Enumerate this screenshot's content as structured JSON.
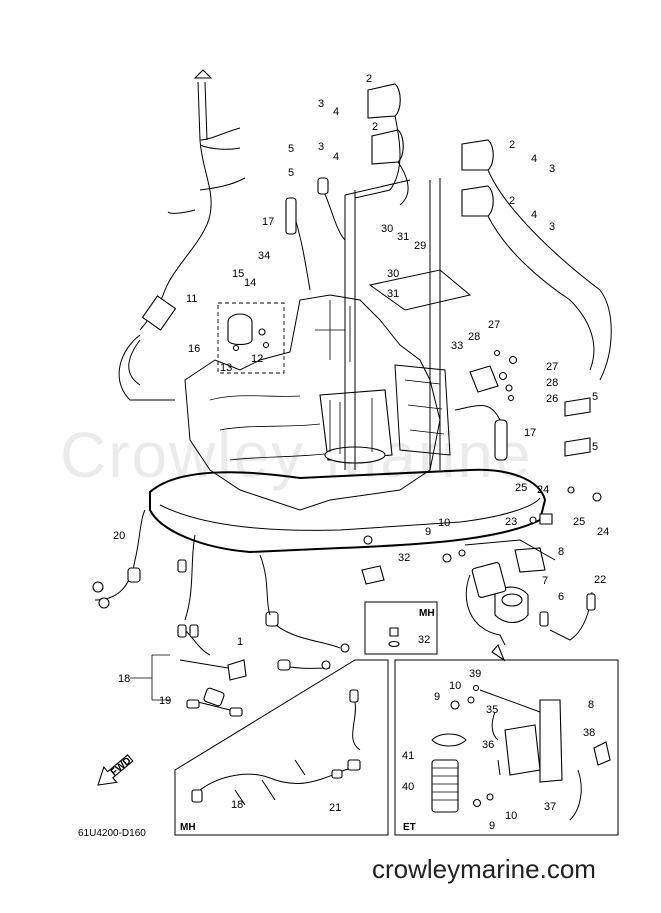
{
  "diagram": {
    "code": "61U4200-D160",
    "watermark": "Crowley Marine",
    "footer_url": "crowleymarine.com",
    "fwd_label": "FWD",
    "inset_mh_small_tag": "MH",
    "inset_mh_large_tag": "MH",
    "inset_et_tag": "ET"
  },
  "callouts": [
    {
      "id": "c2a",
      "label": "2"
    },
    {
      "id": "c3a",
      "label": "3"
    },
    {
      "id": "c4a",
      "label": "4"
    },
    {
      "id": "c2b",
      "label": "2"
    },
    {
      "id": "c3b",
      "label": "3"
    },
    {
      "id": "c4b",
      "label": "4"
    },
    {
      "id": "c2c",
      "label": "2"
    },
    {
      "id": "c4c",
      "label": "4"
    },
    {
      "id": "c3c",
      "label": "3"
    },
    {
      "id": "c2d",
      "label": "2"
    },
    {
      "id": "c4d",
      "label": "4"
    },
    {
      "id": "c3d",
      "label": "3"
    },
    {
      "id": "c5a",
      "label": "5"
    },
    {
      "id": "c5b",
      "label": "5"
    },
    {
      "id": "c17a",
      "label": "17"
    },
    {
      "id": "c30a",
      "label": "30"
    },
    {
      "id": "c31a",
      "label": "31"
    },
    {
      "id": "c29",
      "label": "29"
    },
    {
      "id": "c30b",
      "label": "30"
    },
    {
      "id": "c31b",
      "label": "31"
    },
    {
      "id": "c34",
      "label": "34"
    },
    {
      "id": "c15",
      "label": "15"
    },
    {
      "id": "c14",
      "label": "14"
    },
    {
      "id": "c11",
      "label": "11"
    },
    {
      "id": "c16",
      "label": "16"
    },
    {
      "id": "c13",
      "label": "13"
    },
    {
      "id": "c12",
      "label": "12"
    },
    {
      "id": "c33",
      "label": "33"
    },
    {
      "id": "c28a",
      "label": "28"
    },
    {
      "id": "c27a",
      "label": "27"
    },
    {
      "id": "c27b",
      "label": "27"
    },
    {
      "id": "c28b",
      "label": "28"
    },
    {
      "id": "c26",
      "label": "26"
    },
    {
      "id": "c5c",
      "label": "5"
    },
    {
      "id": "c17b",
      "label": "17"
    },
    {
      "id": "c5d",
      "label": "5"
    },
    {
      "id": "c25a",
      "label": "25"
    },
    {
      "id": "c24a",
      "label": "24"
    },
    {
      "id": "c23",
      "label": "23"
    },
    {
      "id": "c25b",
      "label": "25"
    },
    {
      "id": "c24b",
      "label": "24"
    },
    {
      "id": "c20",
      "label": "20"
    },
    {
      "id": "c9a",
      "label": "9"
    },
    {
      "id": "c10a",
      "label": "10"
    },
    {
      "id": "c32a",
      "label": "32"
    },
    {
      "id": "c8a",
      "label": "8"
    },
    {
      "id": "c7",
      "label": "7"
    },
    {
      "id": "c6",
      "label": "6"
    },
    {
      "id": "c22",
      "label": "22"
    },
    {
      "id": "c32b",
      "label": "32"
    },
    {
      "id": "c1",
      "label": "1"
    },
    {
      "id": "c18a",
      "label": "18"
    },
    {
      "id": "c19",
      "label": "19"
    },
    {
      "id": "c18b",
      "label": "18"
    },
    {
      "id": "c21",
      "label": "21"
    },
    {
      "id": "c39",
      "label": "39"
    },
    {
      "id": "c10b",
      "label": "10"
    },
    {
      "id": "c9b",
      "label": "9"
    },
    {
      "id": "c8b",
      "label": "8"
    },
    {
      "id": "c35",
      "label": "35"
    },
    {
      "id": "c38",
      "label": "38"
    },
    {
      "id": "c41",
      "label": "41"
    },
    {
      "id": "c36",
      "label": "36"
    },
    {
      "id": "c40",
      "label": "40"
    },
    {
      "id": "c37",
      "label": "37"
    },
    {
      "id": "c10c",
      "label": "10"
    },
    {
      "id": "c9c",
      "label": "9"
    }
  ]
}
